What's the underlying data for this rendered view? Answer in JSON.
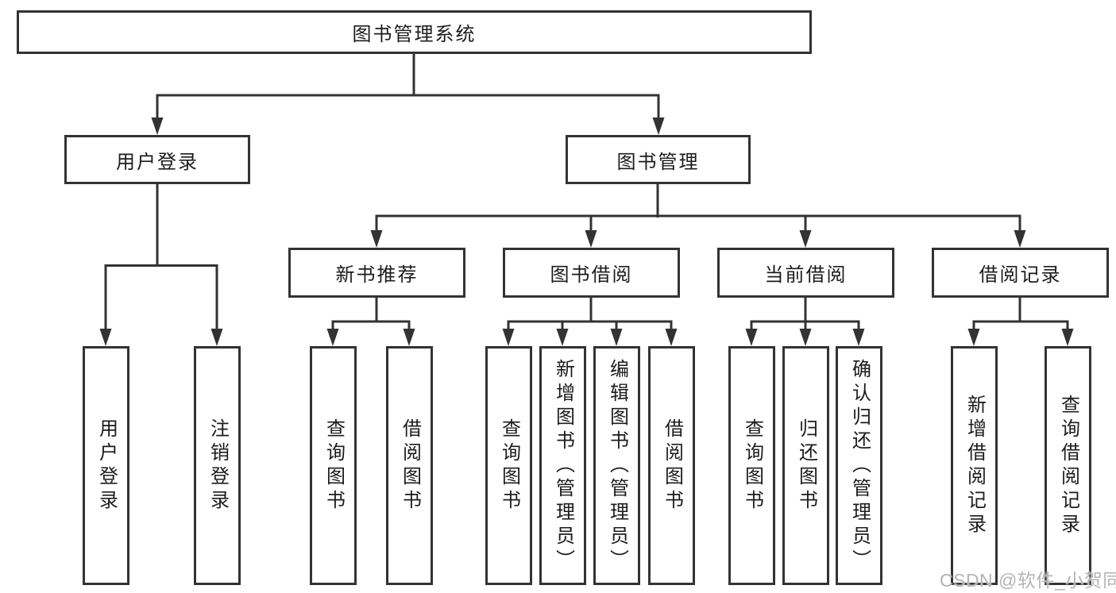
{
  "tree": {
    "label": "图书管理系统",
    "children": [
      {
        "label": "用户登录",
        "children": [
          {
            "label": "用户登录"
          },
          {
            "label": "注销登录"
          }
        ]
      },
      {
        "label": "图书管理",
        "children": [
          {
            "label": "新书推荐",
            "children": [
              {
                "label": "查询图书"
              },
              {
                "label": "借阅图书"
              }
            ]
          },
          {
            "label": "图书借阅",
            "children": [
              {
                "label": "查询图书"
              },
              {
                "label": "新增图书（管理员）"
              },
              {
                "label": "编辑图书（管理员）"
              },
              {
                "label": "借阅图书"
              }
            ]
          },
          {
            "label": "当前借阅",
            "children": [
              {
                "label": "查询图书"
              },
              {
                "label": "归还图书"
              },
              {
                "label": "确认归还（管理员）"
              }
            ]
          },
          {
            "label": "借阅记录",
            "children": [
              {
                "label": "新增借阅记录"
              },
              {
                "label": "查询借阅记录"
              }
            ]
          }
        ]
      }
    ]
  },
  "watermark": {
    "text": "CSDN @软件_小贺同学"
  },
  "colors": {
    "line": "#333333",
    "node_border": "#333333",
    "text": "#1c1c1c",
    "watermark": "#b4b4b4",
    "background": "#ffffff"
  }
}
